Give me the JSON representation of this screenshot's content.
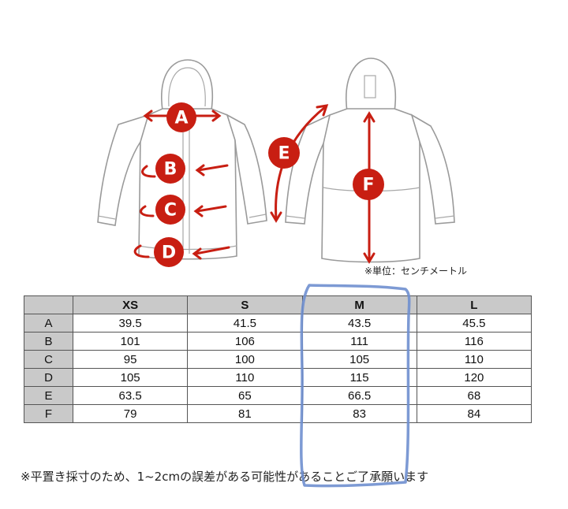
{
  "diagram": {
    "labels": [
      "A",
      "B",
      "C",
      "D",
      "E",
      "F"
    ]
  },
  "unit_note": "※単位：センチメートル",
  "table": {
    "headers": [
      "",
      "XS",
      "S",
      "M",
      "L"
    ],
    "rows": [
      [
        "A",
        "39.5",
        "41.5",
        "43.5",
        "45.5"
      ],
      [
        "B",
        "101",
        "106",
        "111",
        "116"
      ],
      [
        "C",
        "95",
        "100",
        "105",
        "110"
      ],
      [
        "D",
        "105",
        "110",
        "115",
        "120"
      ],
      [
        "E",
        "63.5",
        "65",
        "66.5",
        "68"
      ],
      [
        "F",
        "79",
        "81",
        "83",
        "84"
      ]
    ]
  },
  "footnote": "※平置き採寸のため、1~2cmの誤差がある可能性があることご了承願います",
  "colors": {
    "measure_red": "#c81e12",
    "header_gray": "#c9c9c9",
    "highlight_blue": "#6f8fcf"
  }
}
